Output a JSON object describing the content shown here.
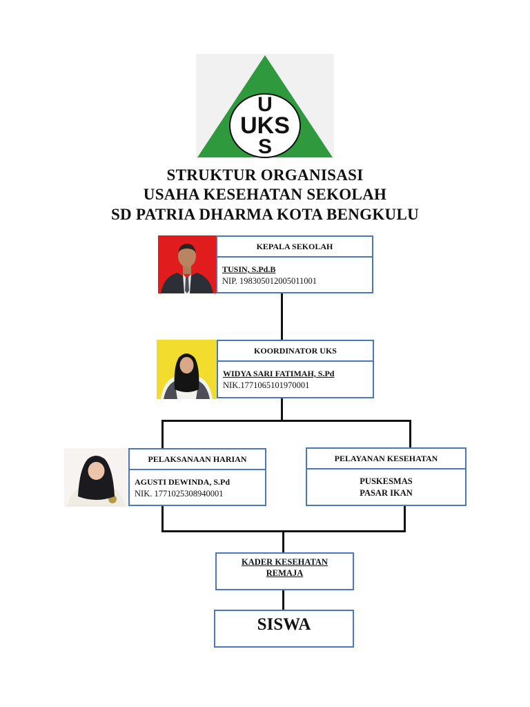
{
  "logo": {
    "letter_u": "U",
    "letters_uks": "UKS",
    "letter_s": "S",
    "green": "#2f9a3d"
  },
  "title": {
    "line1": "STRUKTUR ORGANISASI",
    "line2": "USAHA KESEHATAN SEKOLAH",
    "line3": "SD PATRIA DHARMA KOTA BENGKULU"
  },
  "nodes": {
    "kepala": {
      "role": "KEPALA SEKOLAH",
      "name": "TUSIN, S.Pd.B",
      "id": "NIP. 198305012005011001",
      "photo_bg": "#e01c1c"
    },
    "koordinator": {
      "role": "KOORDINATOR UKS",
      "name": "WIDYA SARI FATIMAH, S.Pd",
      "id": "NIK.1771065101970001",
      "photo_bg": "#f2dc2e"
    },
    "pelaksanaan": {
      "role": "PELAKSANAAN HARIAN",
      "name": "AGUSTI DEWINDA, S.Pd",
      "id": "NIK. 1771025308940001",
      "photo_bg": "#f6f3f1"
    },
    "pelayanan": {
      "role": "PELAYANAN KESEHATAN",
      "line1": "PUSKESMAS",
      "line2": "PASAR IKAN"
    },
    "kader": {
      "line1": "KADER KESEHATAN",
      "line2": "REMAJA"
    },
    "siswa": {
      "label": "SISWA"
    }
  },
  "colors": {
    "box_border": "#4a77b5",
    "connector": "#111111"
  }
}
